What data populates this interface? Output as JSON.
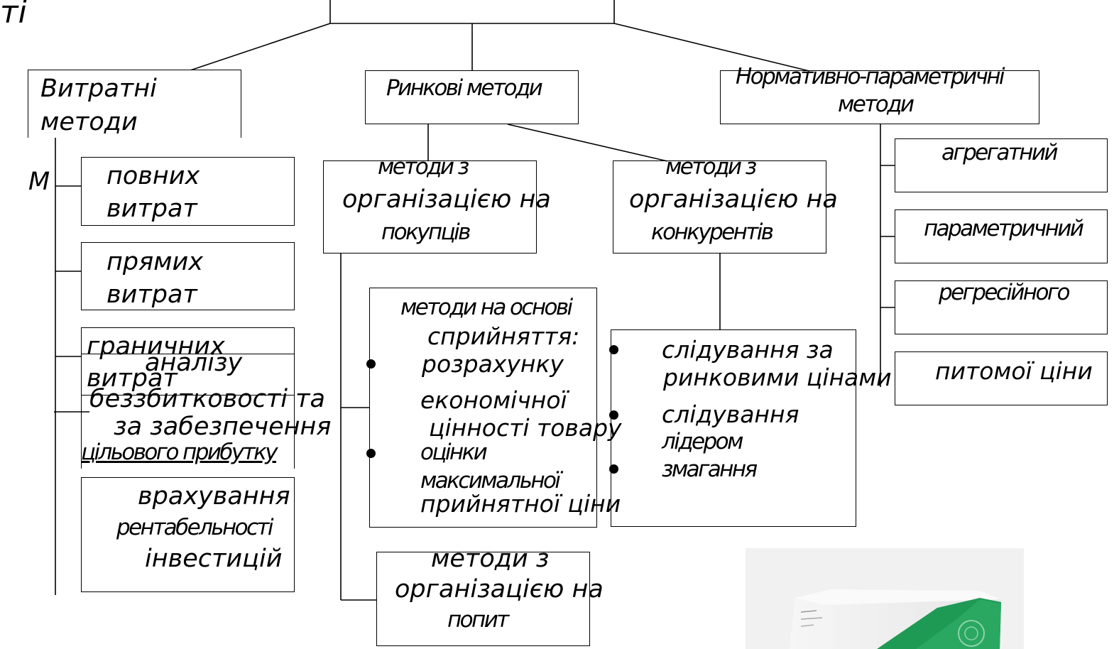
{
  "corner_text": "ті",
  "cost": {
    "title_l1": "Витратні",
    "title_l2": "методи",
    "side_letter": "М",
    "full_l1": "повних",
    "full_l2": "витрат",
    "direct_l1": "прямих",
    "direct_l2": "витрат",
    "marginal_l1": "граничних",
    "marginal_l2": "витрат",
    "breakeven_l1": "аналізу",
    "breakeven_l2": "беззбитковості та",
    "breakeven_l3": "за  забезпечення",
    "breakeven_l4": "цільового прибутку",
    "roi_l1": "врахування",
    "roi_l2": "рентабельності",
    "roi_l3": "інвестицій"
  },
  "market": {
    "title": "Ринкові методи",
    "buyers_l1": "методи з",
    "buyers_l2": "організацією на",
    "buyers_l3": "покупців",
    "perception_l1": "методи на основі",
    "perception_l2": "сприйняття:",
    "perception_l3": "розрахунку",
    "perception_l4": "економічної",
    "perception_l5": "цінності товару",
    "perception_l6": "оцінки",
    "perception_l7": "максимальної",
    "perception_l8": "прийнятної ціни",
    "competitors_l1": "методи з",
    "competitors_l2": "організацією на",
    "competitors_l3": "конкурентів",
    "following_l1": "слідування за",
    "following_l2": "ринковими цінами",
    "following_l3": "слідування",
    "following_l4": "лідером",
    "following_l5": "змагання",
    "demand_l1": "методи з",
    "demand_l2": "організацією на",
    "demand_l3": "попит"
  },
  "normative": {
    "title_l1": "Нормативно-параметричні",
    "title_l2": "методи",
    "aggregate": "агрегатний",
    "parametric": "параметричний",
    "regression": "регресійного",
    "specific_price": "питомої ціни"
  }
}
